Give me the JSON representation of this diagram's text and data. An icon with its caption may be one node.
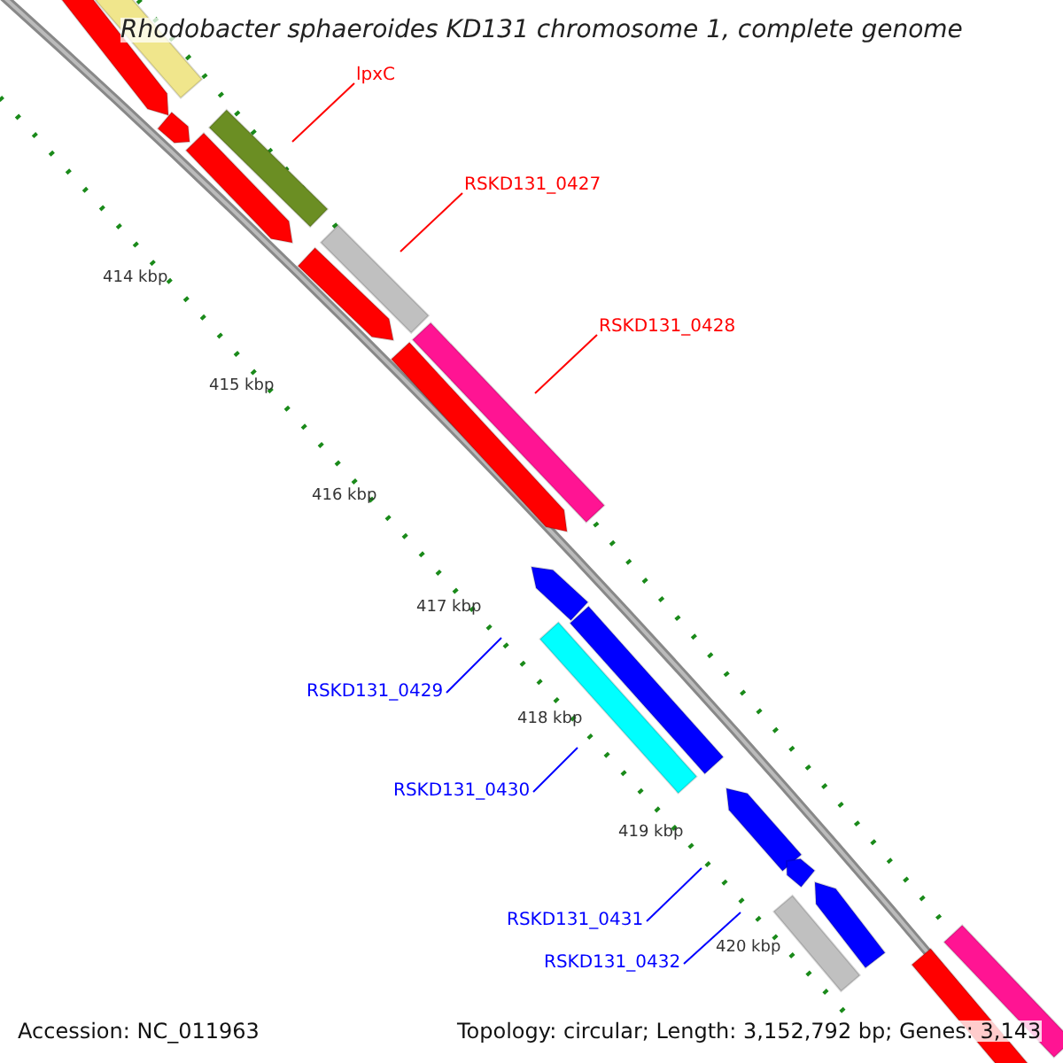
{
  "diagram": {
    "title": "Rhodobacter sphaeroides KD131 chromosome 1, complete genome",
    "nodes": [
      {
        "text": [
          "lpxC"
        ]
      },
      {
        "text": [
          "RSKD131_0427"
        ]
      },
      {
        "text": [
          "RSKD131_0428"
        ]
      },
      {
        "text": [
          "RSKD131_0429"
        ]
      },
      {
        "text": [
          "RSKD131_0430"
        ]
      },
      {
        "text": [
          "RSKD131_0431"
        ]
      },
      {
        "text": [
          "RSKD131_0432"
        ]
      }
    ],
    "edges": [
      {
        "from": 0,
        "to": null,
        "arrow": "none",
        "color": "#ff0000"
      },
      {
        "from": 1,
        "to": null,
        "arrow": "none",
        "color": "#ff0000"
      },
      {
        "from": 2,
        "to": null,
        "arrow": "none",
        "color": "#ff0000"
      },
      {
        "from": 3,
        "to": null,
        "arrow": "none"
      },
      {
        "from": 4,
        "to": null,
        "arrow": "none"
      },
      {
        "from": 5,
        "to": null,
        "arrow": "none"
      },
      {
        "from": 6,
        "to": null,
        "arrow": "none"
      }
    ],
    "labels": [
      "414 kbp",
      "415 kbp",
      "416 kbp",
      "417 kbp",
      "418 kbp",
      "419 kbp",
      "420 kbp",
      "Accession: NC_011963",
      "Topology: circular; Length: 3,152,792 bp; Genes: 3,143"
    ]
  }
}
